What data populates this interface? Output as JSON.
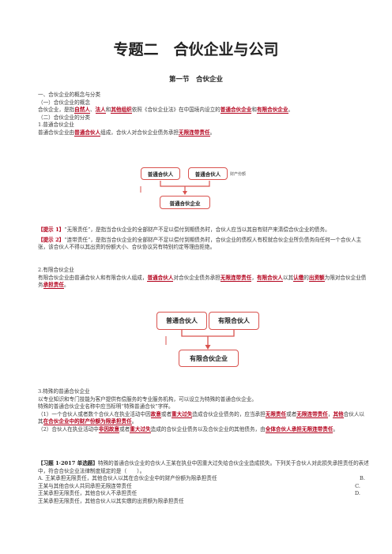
{
  "title": "专题二　合伙企业与公司",
  "section_title": "第一节　合伙企业",
  "intro": {
    "h1": "一、合伙企业的概念与分类",
    "h1_1": "（一）合伙企业的概念",
    "def_pre": "合伙企业，是指",
    "def_k1": "自然人",
    "def_s1": "、",
    "def_k2": "法人",
    "def_s2": "和",
    "def_k3": "其他组织",
    "def_mid": "依照《合伙企业法》在中国境内设立的",
    "def_k4": "普通合伙企业",
    "def_s3": "和",
    "def_k5": "有限合伙企业",
    "def_end": "。",
    "h1_2": "（二）合伙企业的分类",
    "h2_1": "1.普通合伙企业",
    "gp_pre": "普通合伙企业由",
    "gp_k1": "普通合伙人",
    "gp_mid": "组成，合伙人对合伙企业债务承担",
    "gp_k2": "无限连带责任",
    "gp_end": "。"
  },
  "diagram1": {
    "box_left": "普通合伙人",
    "box_right": "普通合伙人",
    "side_label": "财产份额",
    "box_bottom": "普通合伙企业"
  },
  "tips": {
    "t1_tag": "【提示 1】",
    "t1_text": "“无限责任”，是指当合伙企业的全部财产不足以偿付到期债务时，合伙人应当以其自有财产来清偿合伙企业的债务。",
    "t2_tag": "【提示 2】",
    "t2_text": "“连带责任”，是指当合伙企业的全部财产不足以偿付到期债务时，合伙企业的债权人有权就合伙企业所负债务向任何一个合伙人主张，该合伙人不得以其出资的份额大小、合伙协议另有特别约定等理由拒绝。"
  },
  "limited": {
    "h2_2": "2.有限合伙企业",
    "p_pre": "有限合伙企业由普通合伙人和有限合伙人组成，",
    "p_k1": "普通合伙人",
    "p_mid1": "对合伙企业债务承担",
    "p_k2": "无限连带责任",
    "p_s1": "，",
    "p_k3": "有限合伙人",
    "p_mid2": "以其",
    "p_k4": "认缴",
    "p_mid3": "的",
    "p_k5": "出资额",
    "p_mid4": "为限对合伙企业债务",
    "p_k6": "承担责任",
    "p_end": "。"
  },
  "diagram2": {
    "box_left": "普通合伙人",
    "box_right": "有限合伙人",
    "box_bottom": "有限合伙企业"
  },
  "special": {
    "h2_3": "3.特殊的普通合伙企业",
    "p1": "以专业知识和专门技能为客户提供有偿服务的专业服务机构，可以设立为特殊的普通合伙企业。",
    "p2": "特殊的普通合伙企业名称中应当标明“特殊普通合伙”字样。",
    "c1_pre": "（1）一个合伙人或者数个合伙人在执业活动中因",
    "c1_k1": "故意",
    "c1_m1": "或者",
    "c1_k2": "重大过失",
    "c1_m2": "造成合伙企业债务的，应当承担",
    "c1_k3": "无限责任",
    "c1_m3": "或者",
    "c1_k4": "无限连带责任",
    "c1_m4": "，",
    "c1_k5": "其他",
    "c1_m5": "合伙人以其",
    "c1_k6": "在合伙企业中的财产份额为限承担责任",
    "c1_end": "。",
    "c2_pre": "（2）合伙人在执业活动中",
    "c2_k1": "非因故意",
    "c2_m1": "或者",
    "c2_k2": "重大过失",
    "c2_m2": "造成的合伙企业债务以及合伙企业的其他债务，由",
    "c2_k3": "全体合伙人承担无限连带责任",
    "c2_end": "。"
  },
  "exercise": {
    "tag": "【习题 1·2017 单选题】",
    "stem": "特殊的普通合伙企业的合伙人王某在执业中因重大过失给合伙企业造成损失。下列关于合伙人对此损失承担责任的表述中，符合合伙企业法律制度规定的是（　　）。",
    "opt_a": "A. 王某承担无限责任，其他合伙人以其在合伙企业中的财产份额为限承担责任",
    "opt_b_label": "B.",
    "opt_b": "王某与其他合伙人共同承担无限连带责任",
    "opt_c_label": "C.",
    "opt_c": "王某承担无限责任，其他合伙人不承担责任",
    "opt_d_label": "D.",
    "opt_d": "王某承担无限责任，其他合伙人以其实缴的出资额为限承担责任"
  }
}
